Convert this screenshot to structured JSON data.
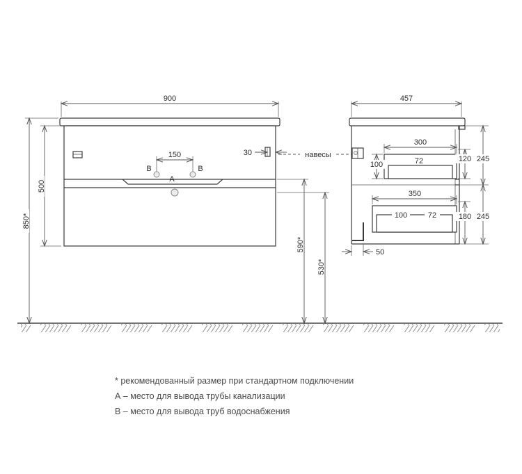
{
  "front_view": {
    "dim_width": "900",
    "dim_height": "500",
    "dim_total_height": "850*",
    "dim_faucet_spacing": "150",
    "label_b_left": "B",
    "label_b_right": "B",
    "label_a": "A",
    "dim_hanger_offset": "30",
    "hangers_label": "навесы",
    "dim_groove_height": "590*",
    "dim_drain_height": "530*"
  },
  "side_view": {
    "dim_depth": "457",
    "top_drawer": {
      "dim_width": "300",
      "dim_inner": "72",
      "dim_back_gap": "100",
      "dim_height": "120",
      "dim_section": "245"
    },
    "bottom_drawer": {
      "dim_width": "350",
      "dim_left": "100",
      "dim_inner": "72",
      "dim_height": "180",
      "dim_section": "245"
    },
    "dim_plinth": "50"
  },
  "notes": {
    "line1": "* рекомендованный размер при стандартном подключении",
    "line2": "А – место для вывода трубы канализации",
    "line3": "B – место для вывода труб водоснабжения"
  }
}
